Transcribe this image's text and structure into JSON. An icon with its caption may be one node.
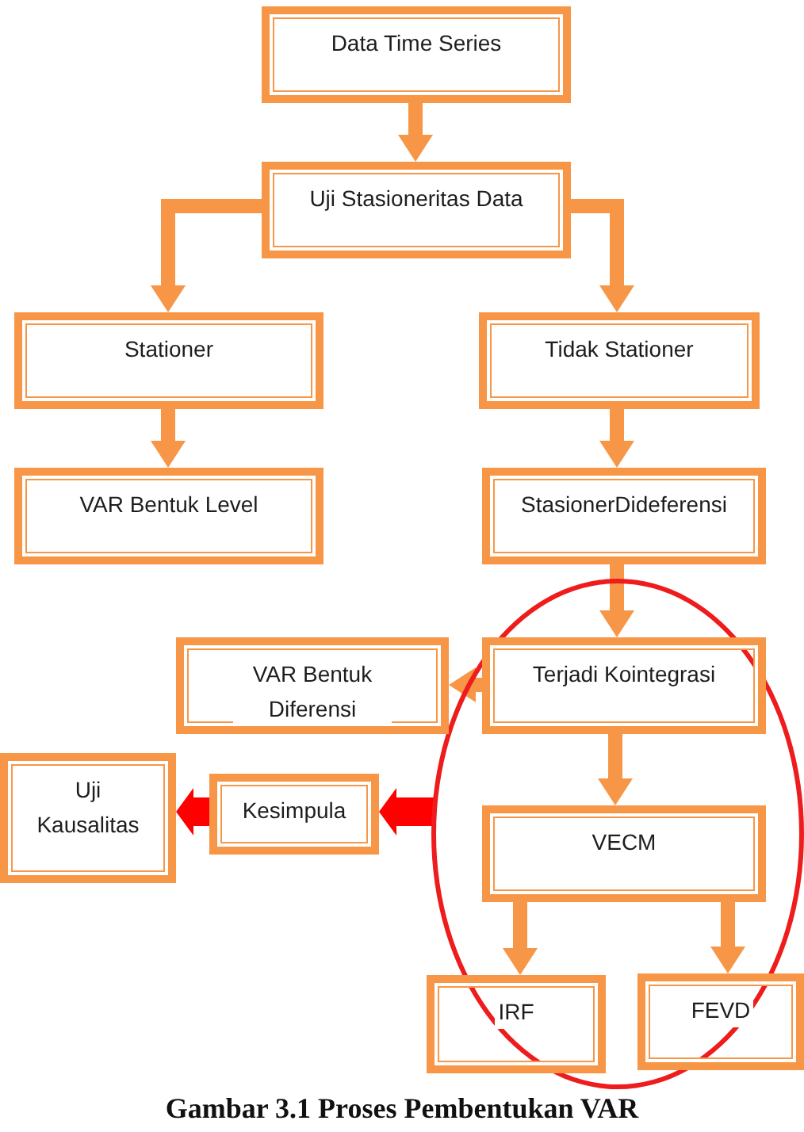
{
  "diagram": {
    "caption": "Gambar 3.1 Proses Pembentukan VAR",
    "nodes": [
      {
        "text": [
          "Data Time Series"
        ]
      },
      {
        "text": [
          "Uji Stasioneritas Data"
        ]
      },
      {
        "text": [
          "Stationer"
        ]
      },
      {
        "text": [
          "Tidak Stationer"
        ]
      },
      {
        "text": [
          "VAR Bentuk Level"
        ]
      },
      {
        "text": [
          "StasionerDideferensi"
        ]
      },
      {
        "text": [],
        "shape": "ellipse"
      },
      {
        "text": [
          "VAR Bentuk Diferensi"
        ]
      },
      {
        "text": [
          "Terjadi Kointegrasi"
        ],
        "in": 6
      },
      {
        "text": [
          "Uji Kausalitas"
        ]
      },
      {
        "text": [
          "Kesimpula"
        ]
      },
      {
        "text": [
          "VECM"
        ],
        "in": 6
      },
      {
        "text": [
          "IRF"
        ],
        "in": 6
      },
      {
        "text": [
          "FEVD"
        ],
        "in": 6
      }
    ],
    "edges": [
      {
        "from": 0,
        "to": 1,
        "arrow": "to"
      },
      {
        "from": 1,
        "to": 2,
        "arrow": "to"
      },
      {
        "from": 1,
        "to": 3,
        "arrow": "to"
      },
      {
        "from": 2,
        "to": 4,
        "arrow": "to"
      },
      {
        "from": 3,
        "to": 5,
        "arrow": "to"
      },
      {
        "from": 5,
        "to": 8,
        "arrow": "to"
      },
      {
        "from": 8,
        "to": 7,
        "arrow": "to"
      },
      {
        "from": 8,
        "to": 11,
        "arrow": "to"
      },
      {
        "from": 6,
        "to": 10,
        "arrow": "to",
        "style": "thick",
        "color": "#ff0000"
      },
      {
        "from": 10,
        "to": 9,
        "arrow": "to",
        "style": "thick",
        "color": "#ff0000"
      },
      {
        "from": 11,
        "to": 12,
        "arrow": "to"
      },
      {
        "from": 11,
        "to": 13,
        "arrow": "to"
      }
    ]
  }
}
